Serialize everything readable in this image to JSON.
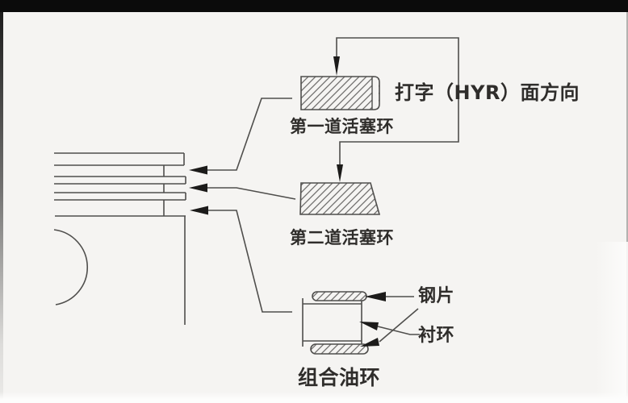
{
  "window": {
    "letterbox_color": "#0b0b0b"
  },
  "diagram": {
    "labels": {
      "stamp_direction": "打字（HYR）面方向",
      "first_ring": "第一道活塞环",
      "second_ring": "第二道活塞环",
      "steel_rail": "钢片",
      "spacer_ring": "衬环",
      "combined_oil_ring": "组合油环"
    },
    "colors": {
      "background": "#f5f4f2",
      "line": "#4f4e4c",
      "arrow": "#1c1b1a",
      "hatch": "#6f6e6c",
      "text": "#2f2d2b"
    }
  }
}
